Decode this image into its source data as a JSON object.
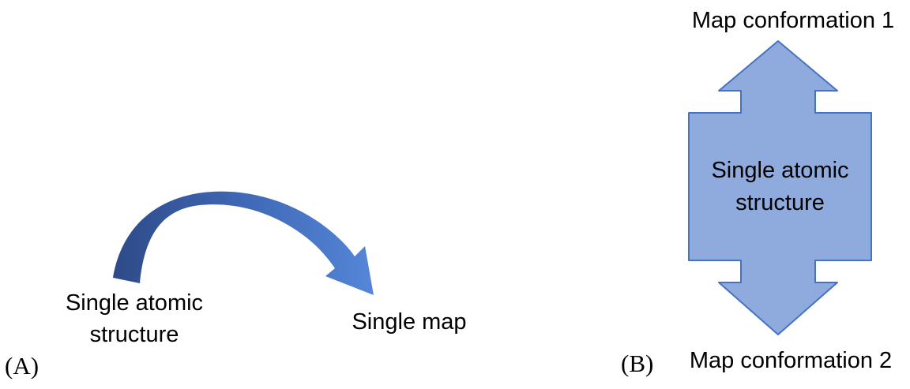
{
  "figure": {
    "type": "diagram",
    "description_visible_only": "Two-panel schematic with a curved arrow (A) and a vertical double-headed arrow through a box (B)"
  },
  "colors": {
    "curved_arrow_dark": "#2E4A88",
    "curved_arrow_mid": "#3F68B5",
    "curved_arrow_light": "#5586D8",
    "shape_fill": "#8FAADC",
    "shape_stroke": "#4472C4",
    "text": "#000000",
    "background": "#FFFFFF"
  },
  "panel_a": {
    "tag": "(A)",
    "source_label": "Single atomic structure",
    "target_label": "Single map"
  },
  "panel_b": {
    "tag": "(B)",
    "top_label": "Map conformation 1",
    "box_label": "Single atomic structure",
    "bottom_label": "Map conformation 2"
  }
}
